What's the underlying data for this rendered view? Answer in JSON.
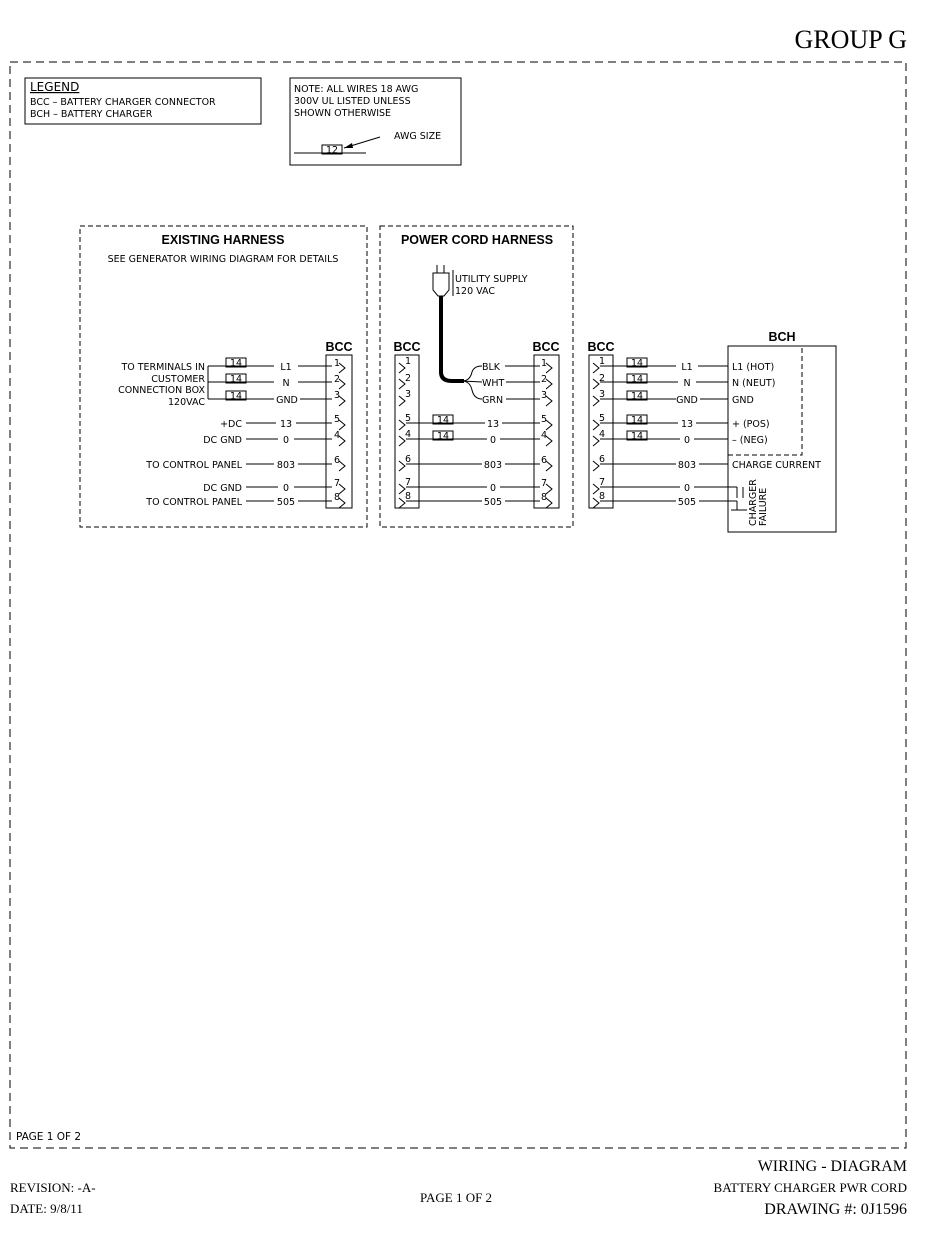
{
  "header": {
    "group": "GROUP G"
  },
  "legend": {
    "title": "LEGEND",
    "lines": [
      "BCC  –  BATTERY CHARGER CONNECTOR",
      "BCH  –  BATTERY CHARGER"
    ]
  },
  "note": {
    "lines": [
      "NOTE:  ALL WIRES 18 AWG",
      "300V UL LISTED UNLESS",
      "SHOWN OTHERWISE"
    ],
    "awg_label": "AWG SIZE",
    "awg_example": "12"
  },
  "existing": {
    "title": "EXISTING HARNESS",
    "subtitle": "SEE GENERATOR WIRING DIAGRAM FOR DETAILS",
    "connector": "BCC",
    "customer_lines": [
      "TO  TERMINALS IN",
      "CUSTOMER",
      "CONNECTION BOX",
      "120VAC"
    ],
    "labels": [
      "+DC",
      "DC GND",
      "TO  CONTROL PANEL",
      "DC GND",
      "TO  CONTROL PANEL"
    ],
    "wires": [
      "L1",
      "N",
      "GND",
      "13",
      "0",
      "803",
      "0",
      "505"
    ],
    "gauge": [
      "14",
      "14",
      "14"
    ],
    "pins": [
      "1",
      "2",
      "3",
      "5",
      "4",
      "6",
      "7",
      "8"
    ]
  },
  "power": {
    "title": "POWER CORD HARNESS",
    "supply_lines": [
      "UTILITY SUPPLY",
      "120 VAC"
    ],
    "left_connector": "BCC",
    "right_connector": "BCC",
    "pins_left": [
      "1",
      "2",
      "3",
      "5",
      "4",
      "6",
      "7",
      "8"
    ],
    "pins_right": [
      "1",
      "2",
      "3",
      "5",
      "4",
      "6",
      "7",
      "8"
    ],
    "colors": [
      "BLK",
      "WHT",
      "GRN"
    ],
    "wires": [
      "13",
      "0",
      "803",
      "0",
      "505"
    ],
    "gauge": [
      "14",
      "14"
    ]
  },
  "charger": {
    "connector": "BCC",
    "title": "BCH",
    "pins": [
      "1",
      "2",
      "3",
      "5",
      "4",
      "6",
      "7",
      "8"
    ],
    "gauge": [
      "14",
      "14",
      "14",
      "14",
      "14"
    ],
    "wires": [
      "L1",
      "N",
      "GND",
      "13",
      "0",
      "803",
      "0",
      "505"
    ],
    "terminals": [
      "L1 (HOT)",
      "N (NEUT)",
      "GND",
      "+ (POS)",
      "– (NEG)",
      "CHARGE CURRENT"
    ],
    "failure_lines": [
      "CHARGER",
      "FAILURE"
    ]
  },
  "page_inner": "PAGE 1 OF 2",
  "footer": {
    "revision": "REVISION: -A-",
    "date": "DATE: 9/8/11",
    "page": "PAGE 1 OF 2",
    "title": "WIRING - DIAGRAM",
    "subtitle": "BATTERY CHARGER PWR CORD",
    "drawing": "DRAWING #: 0J1596"
  }
}
